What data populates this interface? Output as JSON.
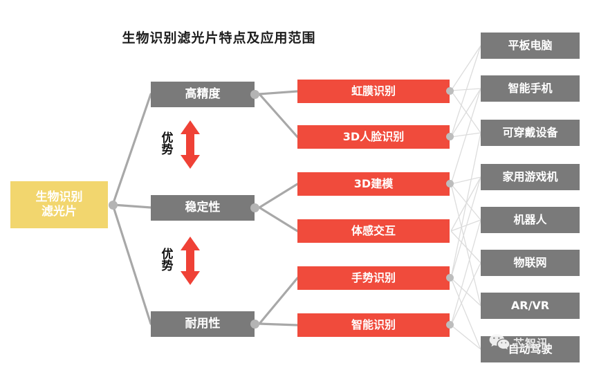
{
  "title": "生物识别滤光片特点及应用范围",
  "root": {
    "label": "生物识别\n滤光片",
    "color": "#f2d66e"
  },
  "features": [
    {
      "label": "高精度",
      "color": "#7a7a7a"
    },
    {
      "label": "稳定性",
      "color": "#7a7a7a"
    },
    {
      "label": "耐用性",
      "color": "#7a7a7a"
    }
  ],
  "advantages": [
    {
      "label": "优\n势",
      "arrow_color": "#ef4136"
    },
    {
      "label": "优\n势",
      "arrow_color": "#ef4136"
    }
  ],
  "applications": [
    {
      "label": "虹膜识别",
      "color": "#f04b3c"
    },
    {
      "label": "3D人脸识别",
      "color": "#f04b3c"
    },
    {
      "label": "3D建模",
      "color": "#f04b3c"
    },
    {
      "label": "体感交互",
      "color": "#f04b3c"
    },
    {
      "label": "手势识别",
      "color": "#f04b3c"
    },
    {
      "label": "智能识别",
      "color": "#f04b3c"
    }
  ],
  "targets": [
    {
      "label": "平板电脑"
    },
    {
      "label": "智能手机"
    },
    {
      "label": "可穿戴设备"
    },
    {
      "label": "家用游戏机"
    },
    {
      "label": "机器人"
    },
    {
      "label": "物联网"
    },
    {
      "label": "AR/VR"
    },
    {
      "label": "自动驾驶"
    }
  ],
  "watermark": {
    "text": "芯智讯",
    "icon": "wechat-icon"
  },
  "palette": {
    "red": "#f04b3c",
    "gray": "#7a7a7a",
    "yellow": "#f2d66e",
    "link": "#a8a8a8",
    "link_light": "#dcdcdc",
    "dot": "#b4b4b4"
  }
}
